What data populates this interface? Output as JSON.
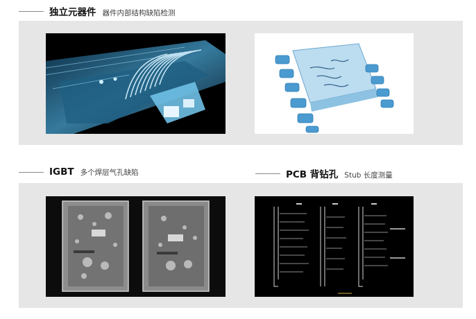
{
  "sections": [
    {
      "title": "独立元器件",
      "subtitle": "器件内部结构缺陷检测"
    },
    {
      "title": "IGBT",
      "subtitle": "多个焊层气孔缺陷"
    },
    {
      "title": "PCB 背钻孔",
      "subtitle": "Stub 长度测量"
    }
  ],
  "images": [
    {
      "icon": "xray-wirebond-image"
    },
    {
      "icon": "3d-chip-package-image"
    },
    {
      "icon": "igbt-solder-voids-image"
    },
    {
      "icon": "pcb-backdrill-xray-image"
    }
  ]
}
